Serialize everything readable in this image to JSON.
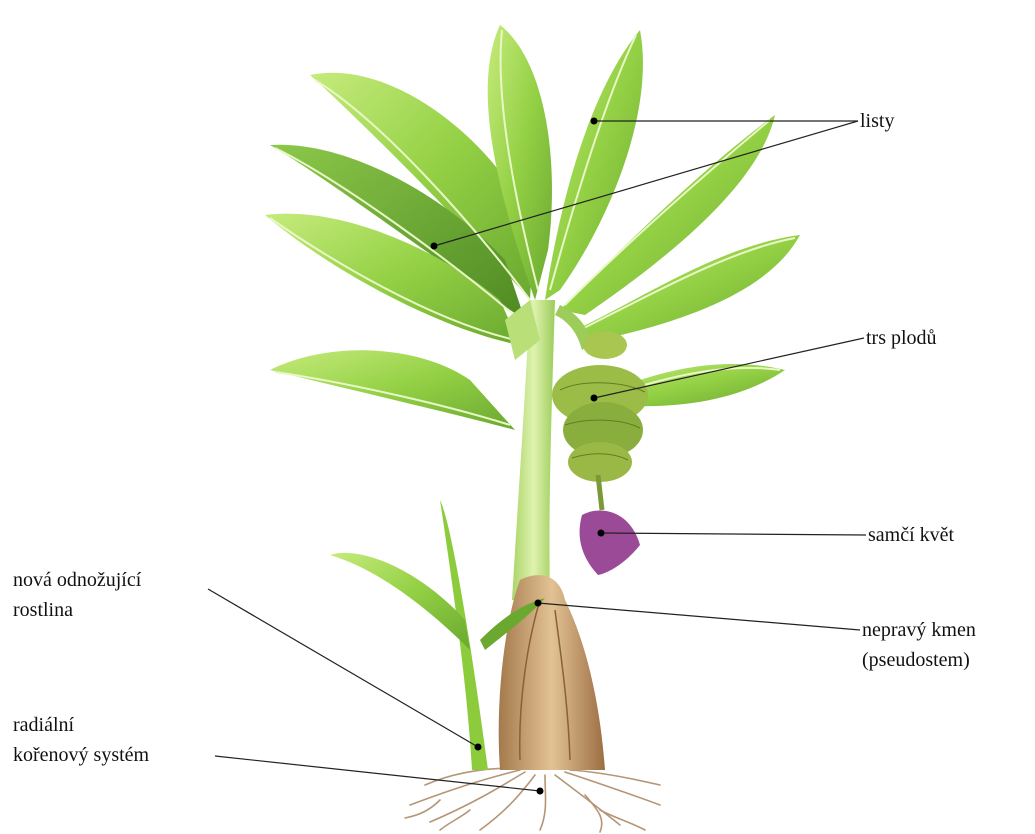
{
  "labels": {
    "leaves": "listy",
    "fruit_bunch": "trs plodů",
    "male_flower": "samčí květ",
    "pseudostem_line1": "nepravý kmen",
    "pseudostem_line2": "(pseudostem)",
    "sucker_line1": "nová odnožující",
    "sucker_line2": "rostlina",
    "roots_line1": "radiální",
    "roots_line2": "kořenový systém"
  },
  "colors": {
    "leaf_light": "#b9e36a",
    "leaf_mid": "#8ccc3c",
    "leaf_dark": "#5f9e2a",
    "stem": "#c8e88a",
    "fruit": "#8cb040",
    "flower": "#9c4a9a",
    "sheath": "#c9a070",
    "root": "#b89a78"
  }
}
